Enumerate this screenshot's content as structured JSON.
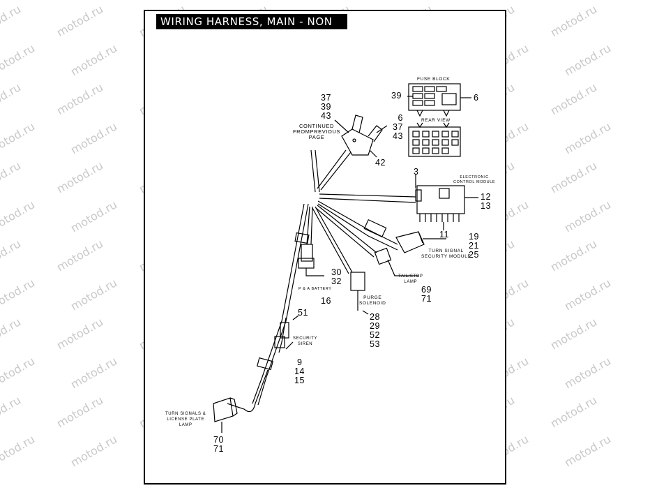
{
  "title": "WIRING HARNESS, MAIN - NON ABS",
  "watermark": "motod.ru",
  "captions": {
    "continued": [
      "CONTINUED",
      "FROMPREVIOUS",
      "PAGE"
    ],
    "fuse_block": "FUSE BLOCK",
    "rear_view": "REAR VIEW",
    "ecm": [
      "ELECTRONIC",
      "CONTROL MODULE"
    ],
    "turn_signal_security": [
      "TURN SIGNAL",
      "SECURITY MODULE"
    ],
    "tailstop": [
      "TAIL/STOP",
      "LAMP"
    ],
    "purge": [
      "PURGE",
      "SOLENOID"
    ],
    "p_a_battery": "P & A BATTERY",
    "security_siren": [
      "SECURITY",
      "SIREN"
    ],
    "turn_signals_license": [
      "TURN SIGNALS &",
      "LICENSE PLATE",
      "LAMP"
    ]
  },
  "callouts": {
    "c_37_39_43_top": [
      "37",
      "39",
      "43"
    ],
    "c_6_37_43": [
      "6",
      "37",
      "43"
    ],
    "c_42": "42",
    "c_39": "39",
    "c_6": "6",
    "c_3": "3",
    "c_12_13": [
      "12",
      "13"
    ],
    "c_11": "11",
    "c_19_21_25": [
      "19",
      "21",
      "25"
    ],
    "c_69_71": [
      "69",
      "71"
    ],
    "c_30_32": [
      "30",
      "32"
    ],
    "c_16": "16",
    "c_28_29_52_53": [
      "28",
      "29",
      "52",
      "53"
    ],
    "c_51": "51",
    "c_9_14_15": [
      "9",
      "14",
      "15"
    ],
    "c_70_71": [
      "70",
      "71"
    ]
  }
}
